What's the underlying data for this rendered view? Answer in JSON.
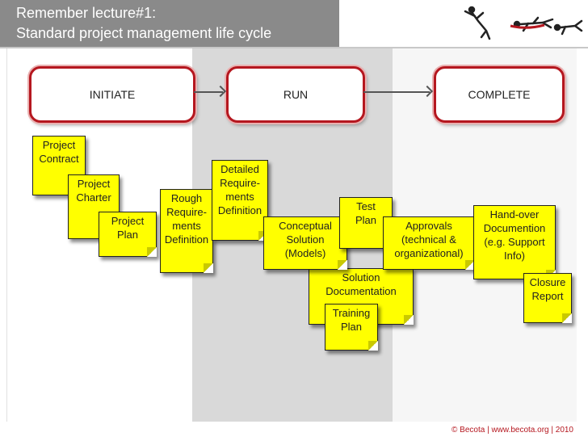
{
  "title": {
    "line1": "Remember lecture#1:",
    "line2": "Standard project management life cycle"
  },
  "phases": {
    "initiate": "INITIATE",
    "run": "RUN",
    "complete": "COMPLETE"
  },
  "notes": {
    "project_contract": "Project\nContract",
    "project_charter": "Project\nCharter",
    "project_plan": "Project\nPlan",
    "rough_requirements": "Rough\nRequire-\nments\nDefinition",
    "detailed_requirements": "Detailed\nRequire-\nments\nDefinition",
    "conceptual_solution": "Conceptual\nSolution\n(Models)",
    "test_plan": "Test\nPlan",
    "solution_documentation": "Solution\nDocumentation",
    "training_plan": "Training\nPlan",
    "approvals": "Approvals\n(technical &\norganizational)",
    "handover_documentation": "Hand-over\nDocumention\n(e.g. Support\nInfo)",
    "closure_report": "Closure\nReport"
  },
  "colors": {
    "note_fill": "#ffff00",
    "phase_border": "#b5171f",
    "title_bar": "#8a8a8a",
    "run_lane": "#d9d9d9"
  },
  "logo": "jumping-figures-logo",
  "footer": {
    "copyright": "© Becota | www.becota.org | 2010"
  }
}
